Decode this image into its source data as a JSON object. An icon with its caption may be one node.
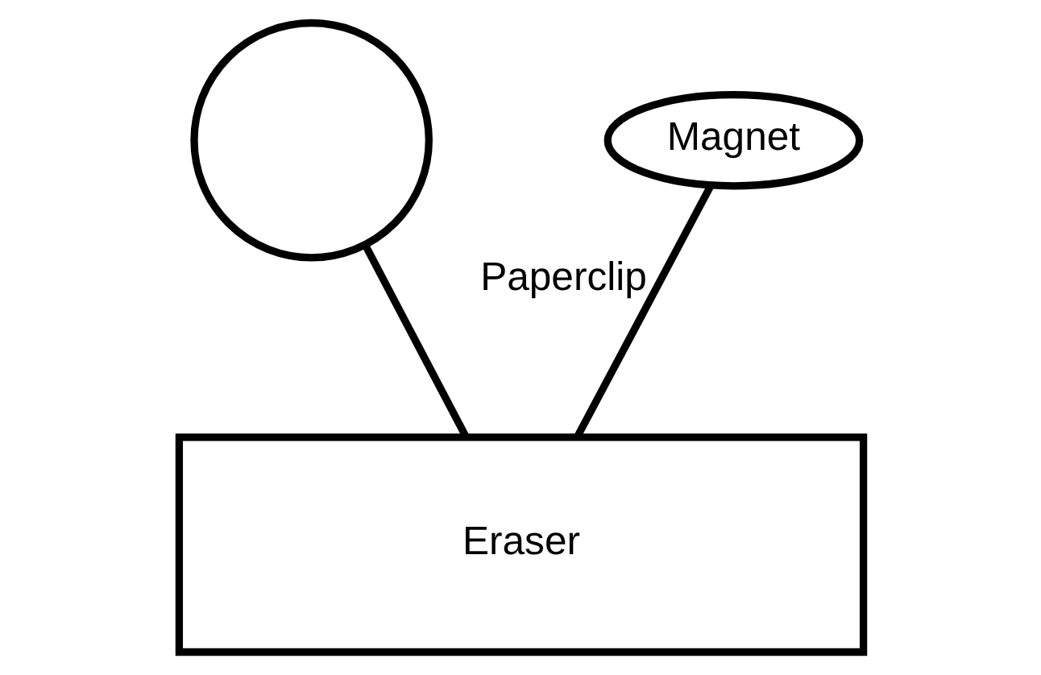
{
  "diagram": {
    "nodes": [
      {
        "text": [],
        "shape": "circle"
      },
      {
        "text": [
          "Magnet"
        ]
      },
      {
        "text": [
          "Eraser"
        ]
      }
    ],
    "edges": [
      {
        "from": 0,
        "to": 2,
        "arrow": "none"
      },
      {
        "from": 2,
        "to": 1,
        "arrow": "none",
        "label": "Paperclip"
      }
    ]
  }
}
